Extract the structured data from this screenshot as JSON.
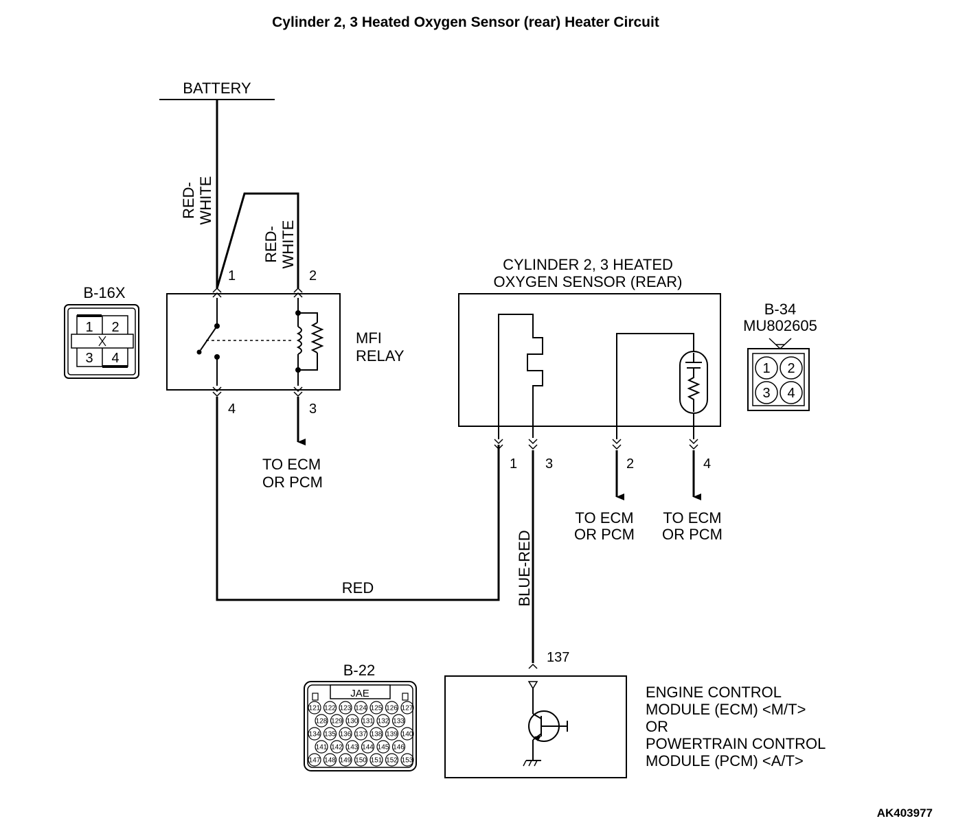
{
  "title": "Cylinder 2, 3 Heated Oxygen Sensor (rear) Heater Circuit",
  "battery": "BATTERY",
  "wires": {
    "red_white": [
      "RED-",
      "WHITE"
    ],
    "red": "RED",
    "blue_red": "BLUE-RED"
  },
  "relay": {
    "label": [
      "MFI",
      "RELAY"
    ],
    "connector": "B-16X",
    "connector_pins": [
      "1",
      "2",
      "3",
      "4"
    ],
    "pins": [
      "1",
      "2",
      "4",
      "3"
    ],
    "to_ecm": [
      "TO ECM",
      "OR PCM"
    ]
  },
  "sensor": {
    "label": [
      "CYLINDER 2, 3 HEATED",
      "OXYGEN SENSOR (REAR)"
    ],
    "connector": "B-34",
    "part": "MU802605",
    "connector_pins": [
      "1",
      "2",
      "3",
      "4"
    ],
    "pins": [
      "1",
      "3",
      "2",
      "4"
    ],
    "to_ecm": [
      "TO ECM",
      "OR PCM"
    ]
  },
  "ecm": {
    "connector": "B-22",
    "maker": "JAE",
    "pin": "137",
    "label": [
      "ENGINE CONTROL",
      "MODULE (ECM) <M/T>",
      "OR",
      "POWERTRAIN CONTROL",
      "MODULE (PCM) <A/T>"
    ],
    "connector_rows": [
      [
        "121",
        "122",
        "123",
        "124",
        "125",
        "126",
        "127"
      ],
      [
        "128",
        "129",
        "130",
        "131",
        "132",
        "133"
      ],
      [
        "134",
        "135",
        "136",
        "137",
        "138",
        "139",
        "140"
      ],
      [
        "141",
        "142",
        "143",
        "144",
        "145",
        "146"
      ],
      [
        "147",
        "148",
        "149",
        "150",
        "151",
        "152",
        "153"
      ]
    ]
  },
  "figure_id": "AK403977"
}
